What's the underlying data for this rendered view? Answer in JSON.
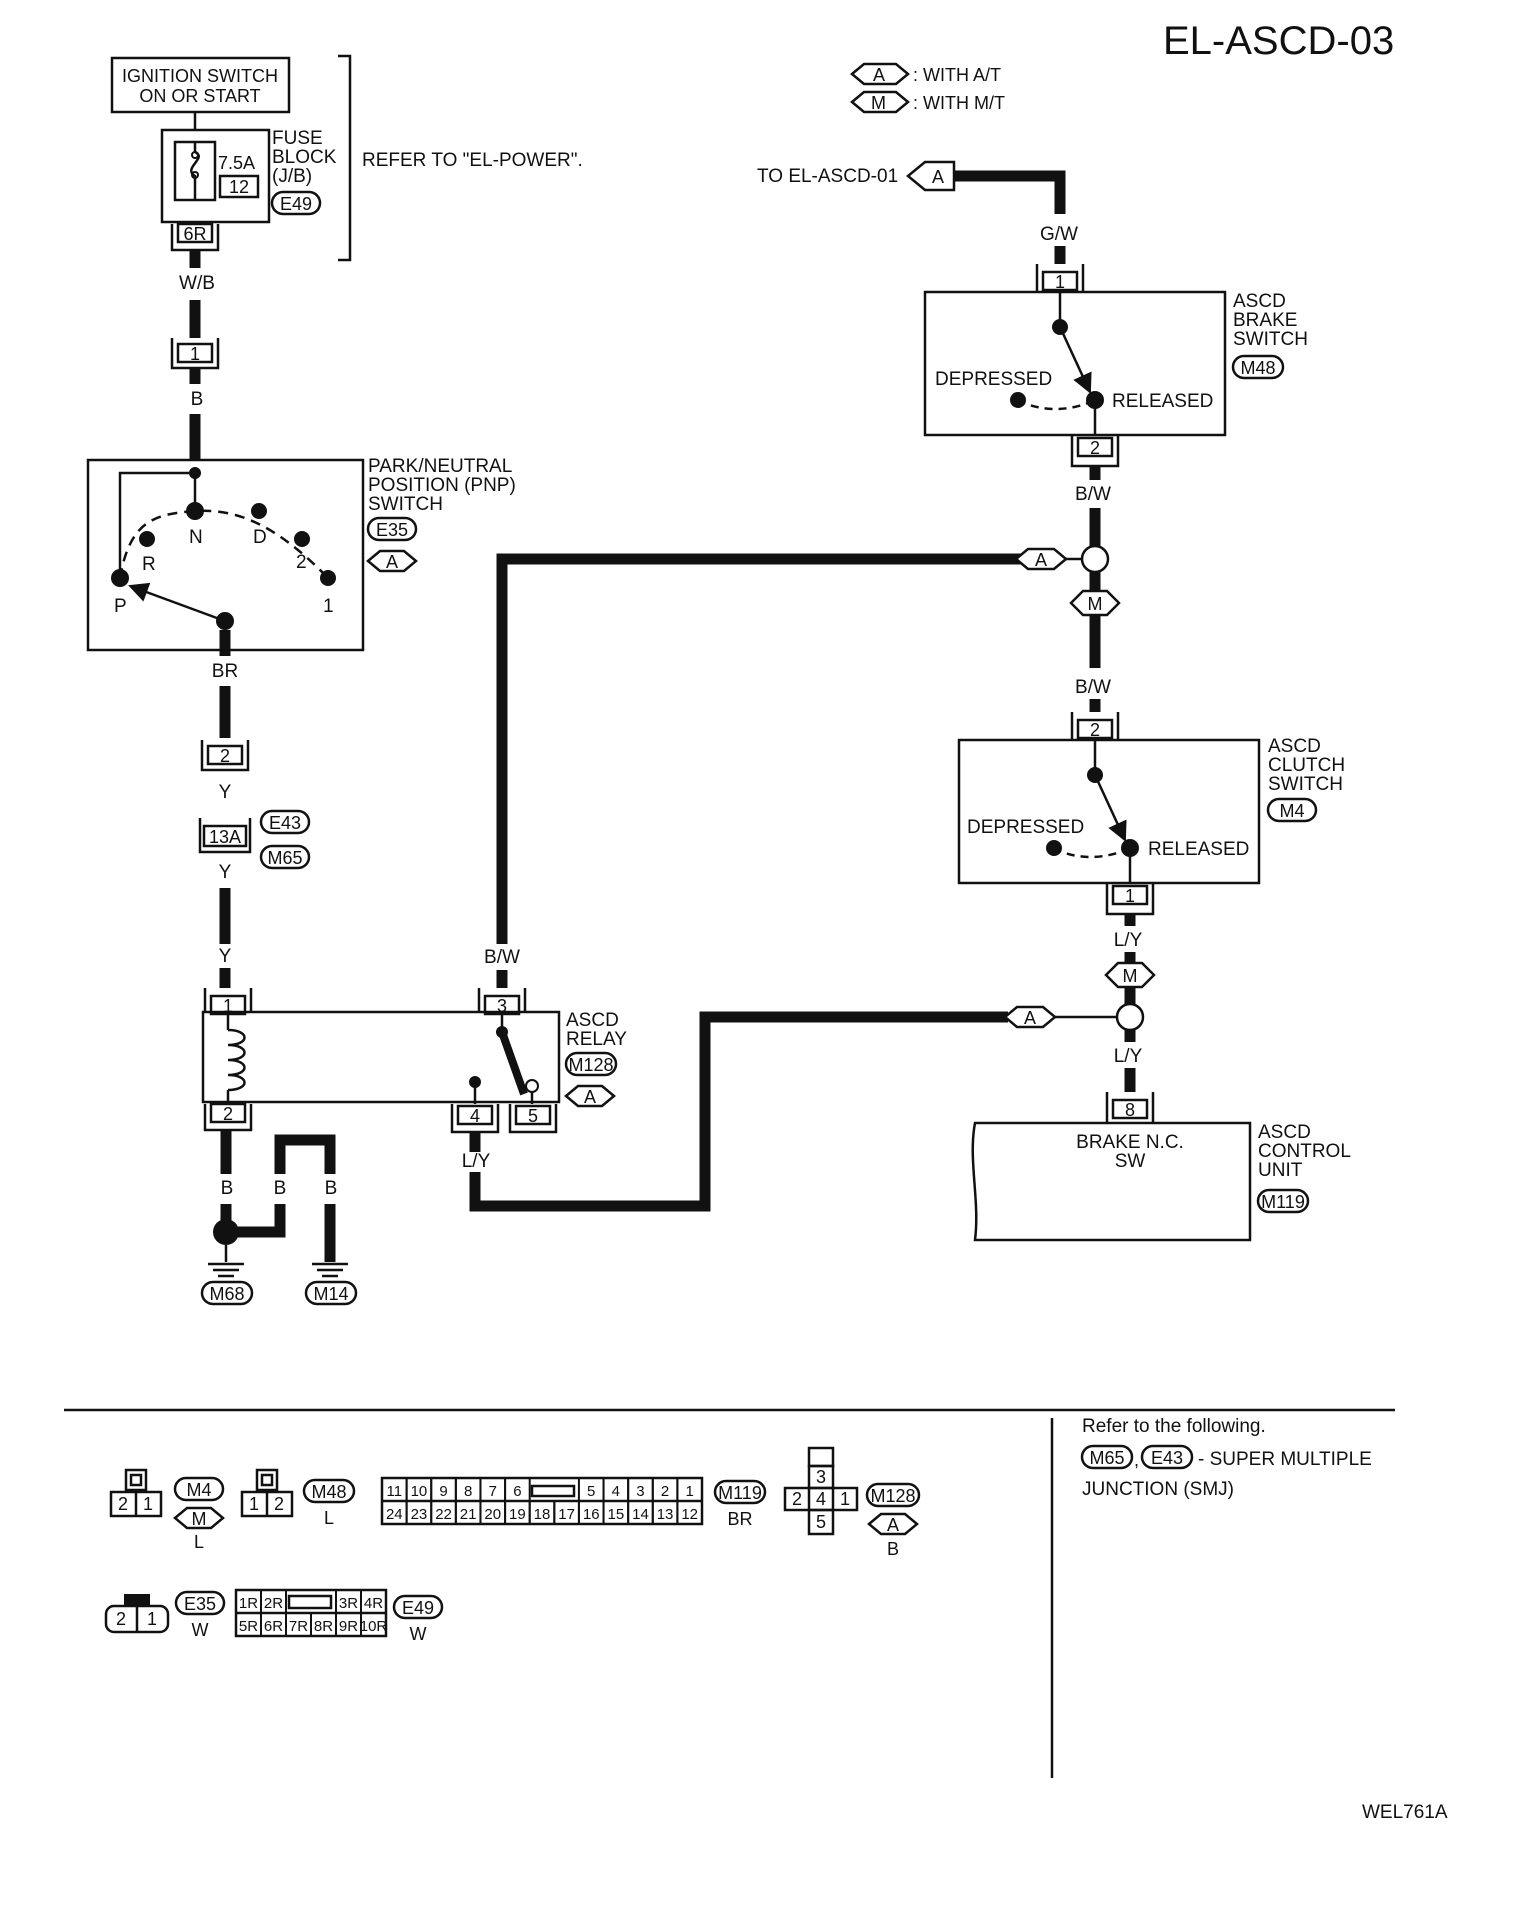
{
  "diagram_id": "EL-ASCD-03",
  "footer_code": "WEL761A",
  "legend": {
    "a_mark": "A",
    "a_text": ": WITH A/T",
    "m_mark": "M",
    "m_text": ": WITH M/T"
  },
  "ignition": {
    "line1": "IGNITION SWITCH",
    "line2": "ON OR START"
  },
  "fuse": {
    "rating": "7.5A",
    "number": "12",
    "label1": "FUSE",
    "label2": "BLOCK",
    "label3": "(J/B)",
    "connector": "E49",
    "terminal": "6R"
  },
  "refer_power": "REFER TO \"EL-POWER\".",
  "to_ascd01": {
    "text": "TO EL-ASCD-01",
    "mark": "A"
  },
  "brake_switch": {
    "name1": "ASCD",
    "name2": "BRAKE",
    "name3": "SWITCH",
    "connector": "M48",
    "pin_top": "1",
    "pin_bottom": "2",
    "depressed": "DEPRESSED",
    "released": "RELEASED"
  },
  "clutch_switch": {
    "name1": "ASCD",
    "name2": "CLUTCH",
    "name3": "SWITCH",
    "connector": "M4",
    "pin_top": "2",
    "pin_bottom": "1",
    "depressed": "DEPRESSED",
    "released": "RELEASED"
  },
  "pnp_switch": {
    "name1": "PARK/NEUTRAL",
    "name2": "POSITION (PNP)",
    "name3": "SWITCH",
    "connector": "E35",
    "mark": "A",
    "positions": [
      "P",
      "R",
      "N",
      "D",
      "2",
      "1"
    ]
  },
  "smj": {
    "pin": "13A",
    "conn1": "E43",
    "conn2": "M65"
  },
  "relay": {
    "name1": "ASCD",
    "name2": "RELAY",
    "connector": "M128",
    "mark": "A",
    "pins": [
      "1",
      "2",
      "3",
      "4",
      "5"
    ]
  },
  "control_unit": {
    "name1": "ASCD",
    "name2": "CONTROL",
    "name3": "UNIT",
    "connector": "M119",
    "pin": "8",
    "inner1": "BRAKE N.C.",
    "inner2": "SW"
  },
  "pins": {
    "conn_1": "1",
    "pnp_2": "2"
  },
  "wires": {
    "wb": "W/B",
    "b": "B",
    "br": "BR",
    "y": "Y",
    "gw": "G/W",
    "bw": "B/W",
    "ly": "L/Y"
  },
  "grounds": [
    "M68",
    "M14"
  ],
  "marks": {
    "a": "A",
    "m": "M"
  },
  "connector_views": {
    "m4": {
      "pins": [
        "2",
        "1"
      ],
      "id": "M4",
      "mark": "M",
      "color": "L"
    },
    "m48": {
      "pins": [
        "1",
        "2"
      ],
      "id": "M48",
      "color": "L"
    },
    "m119": {
      "row1": [
        "11",
        "10",
        "9",
        "8",
        "7",
        "6",
        "5",
        "4",
        "3",
        "2",
        "1"
      ],
      "row2": [
        "24",
        "23",
        "22",
        "21",
        "20",
        "19",
        "18",
        "17",
        "16",
        "15",
        "14",
        "13",
        "12"
      ],
      "id": "M119",
      "color": "BR"
    },
    "m128": {
      "pins": [
        "3",
        "2",
        "4",
        "1",
        "5"
      ],
      "id": "M128",
      "mark": "A",
      "color": "B"
    },
    "e35": {
      "pins": [
        "2",
        "1"
      ],
      "id": "E35",
      "color": "W"
    },
    "e49": {
      "row1": [
        "1R",
        "2R",
        "3R",
        "4R"
      ],
      "row2": [
        "5R",
        "6R",
        "7R",
        "8R",
        "9R",
        "10R"
      ],
      "id": "E49",
      "color": "W"
    }
  },
  "notes": {
    "refer": "Refer to the following.",
    "c1": "M65",
    "c2": "E43",
    "smj1": "- SUPER MULTIPLE",
    "smj2": "JUNCTION (SMJ)"
  }
}
